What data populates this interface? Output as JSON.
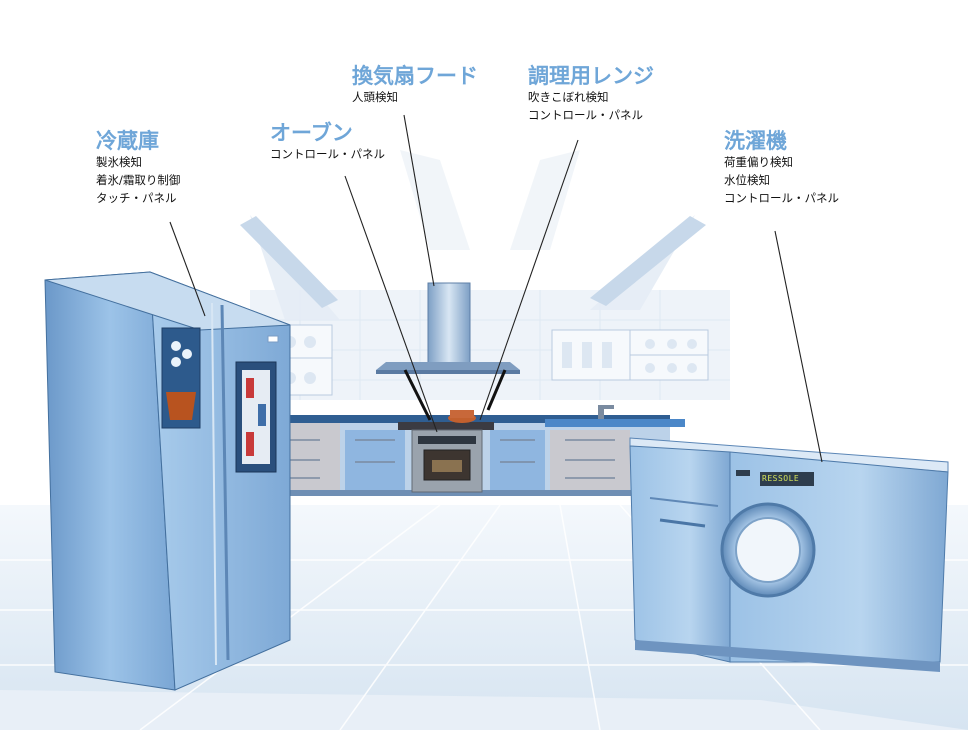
{
  "theme": {
    "title_color": "#6fa6d8",
    "leader_color": "#222222",
    "appliance_blue": "#8fb9e2",
    "floor_blue": "#dfe9f4"
  },
  "labels": {
    "fridge": {
      "title": "冷蔵庫",
      "items": [
        "製氷検知",
        "着氷/霜取り制御",
        "タッチ・パネル"
      ]
    },
    "oven": {
      "title": "オーブン",
      "items": [
        "コントロール・パネル"
      ]
    },
    "hood": {
      "title": "換気扇フード",
      "items": [
        "人頭検知"
      ]
    },
    "range": {
      "title": "調理用レンジ",
      "items": [
        "吹きこぼれ検知",
        "コントロール・パネル"
      ]
    },
    "washer": {
      "title": "洗濯機",
      "items": [
        "荷重偏り検知",
        "水位検知",
        "コントロール・パネル"
      ]
    }
  },
  "washer_display_text": "RESSOLE"
}
